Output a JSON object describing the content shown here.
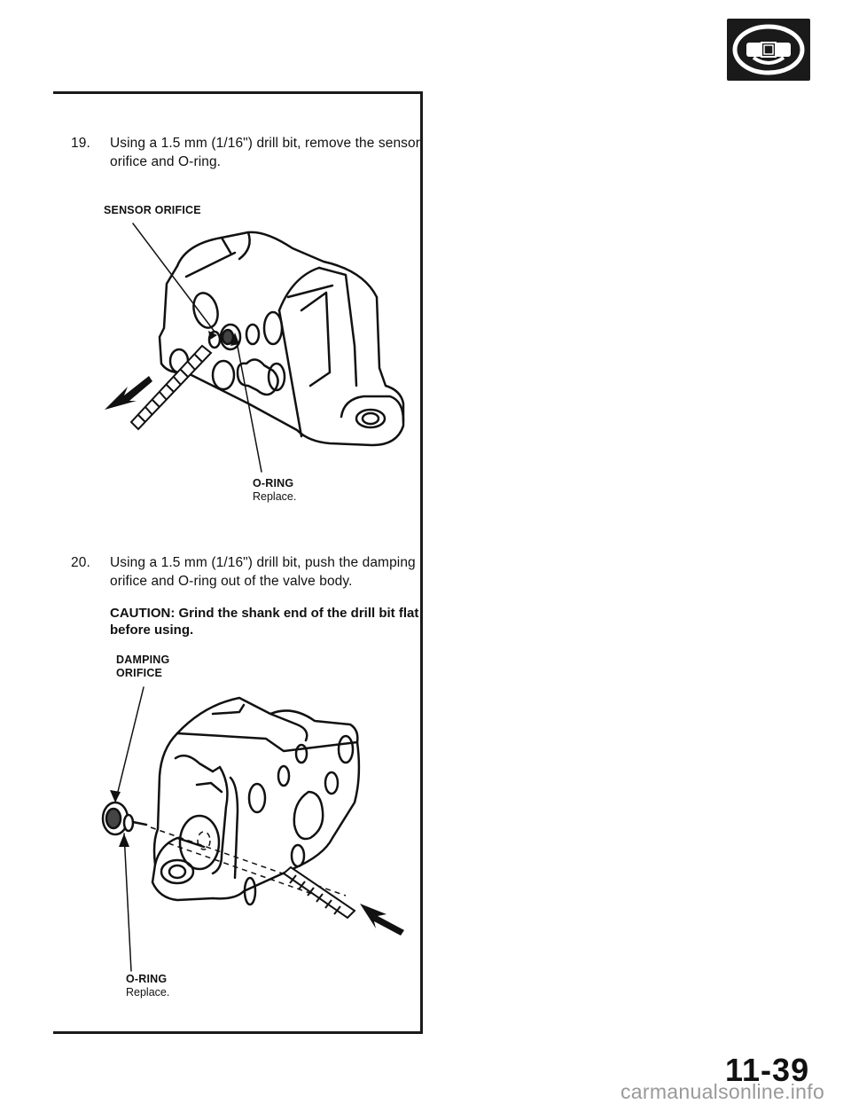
{
  "section_badge": {
    "icon": "steering-wheel-icon",
    "bg": "#1a1a1a"
  },
  "step19": {
    "number": "19.",
    "line1": "Using a 1.5 mm (1/16\") drill bit, remove the sensor",
    "line2": "orifice and O-ring."
  },
  "figure1": {
    "label_orifice": "SENSOR ORIFICE",
    "label_oring": "O-RING",
    "label_oring_note": "Replace."
  },
  "step20": {
    "number": "20.",
    "line1": "Using a 1.5 mm (1/16\") drill bit, push the damping",
    "line2": "orifice and O-ring out of the valve body.",
    "caution_line1": "CAUTION: Grind the shank end of the drill bit flat",
    "caution_line2": "before using."
  },
  "figure2": {
    "label_orifice_1": "DAMPING",
    "label_orifice_2": "ORIFICE",
    "label_oring": "O-RING",
    "label_oring_note": "Replace."
  },
  "page_number": "11-39",
  "watermark": "carmanualsonline.info"
}
